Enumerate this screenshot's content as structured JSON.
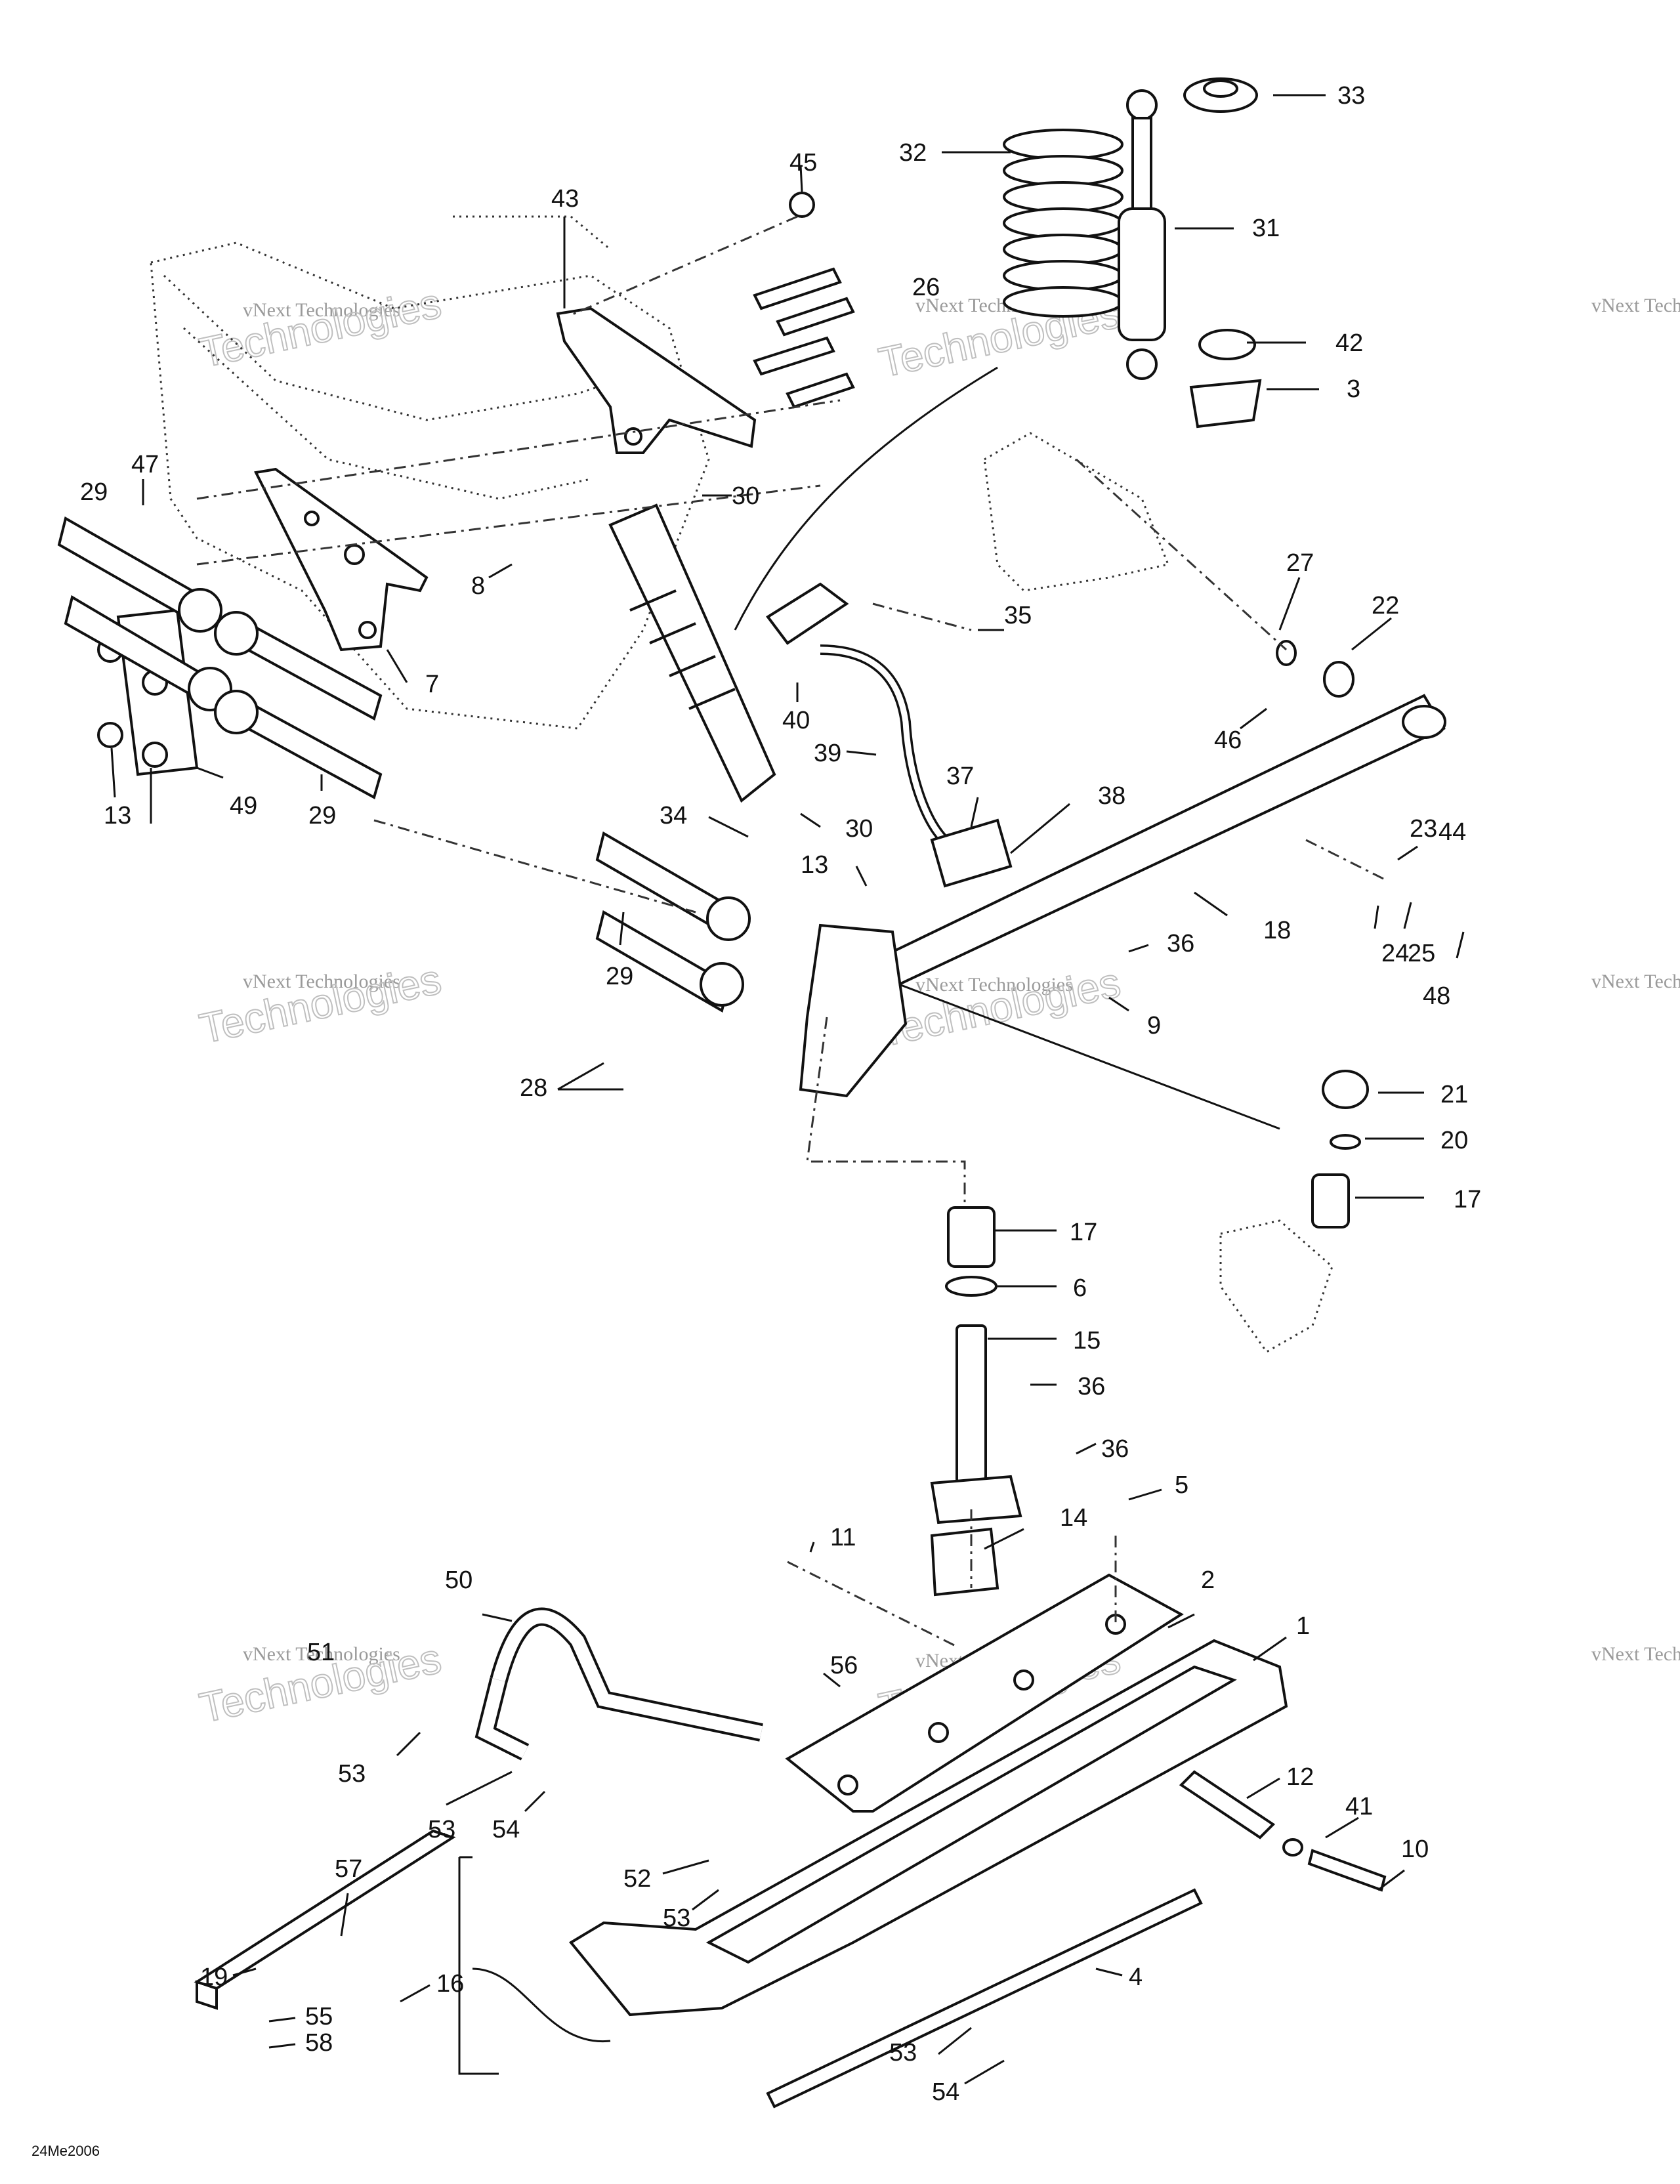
{
  "labels": [
    "33",
    "45",
    "32",
    "43",
    "31",
    "26",
    "42",
    "3",
    "47",
    "29",
    "30",
    "27",
    "22",
    "35",
    "8",
    "7",
    "40",
    "46",
    "39",
    "37",
    "38",
    "13",
    "49",
    "29",
    "34",
    "30",
    "23",
    "44",
    "13",
    "36",
    "18",
    "24",
    "25",
    "48",
    "29",
    "9",
    "28",
    "21",
    "20",
    "17",
    "17",
    "6",
    "15",
    "36",
    "36",
    "5",
    "14",
    "11",
    "50",
    "2",
    "1",
    "51",
    "56",
    "53",
    "12",
    "41",
    "10",
    "53",
    "54",
    "52",
    "53",
    "57",
    "4",
    "19",
    "16",
    "55",
    "58",
    "53",
    "54"
  ],
  "watermark": {
    "line1": "vNext",
    "line2": "Technologies",
    "small": "vNext Technologies"
  },
  "drawing_code": "24Me2006"
}
